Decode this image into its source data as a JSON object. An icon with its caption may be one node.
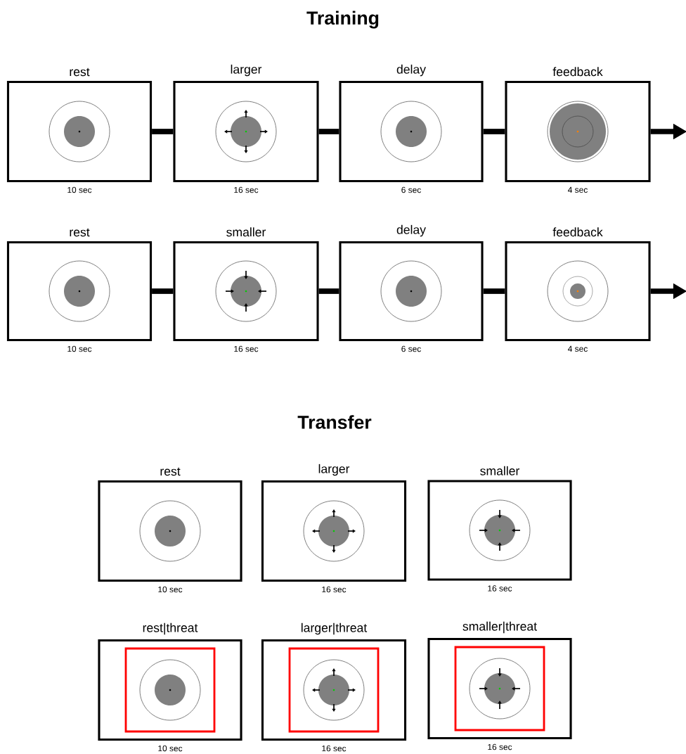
{
  "diagram": {
    "nodes": [
      {
        "text": [
          "rest"
        ],
        "beside": [
          "10 sec"
        ]
      },
      {
        "text": [
          "larger"
        ],
        "beside": [
          "16 sec"
        ]
      },
      {
        "text": [
          "delay"
        ],
        "beside": [
          "6 sec"
        ]
      },
      {
        "text": [
          "feedback"
        ],
        "beside": [
          "4 sec"
        ]
      },
      {
        "text": [
          "rest"
        ],
        "beside": [
          "10 sec"
        ]
      },
      {
        "text": [
          "smaller"
        ],
        "beside": [
          "16 sec"
        ]
      },
      {
        "text": [
          "delay"
        ],
        "beside": [
          "6 sec"
        ]
      },
      {
        "text": [
          "feedback"
        ],
        "beside": [
          "4 sec"
        ]
      },
      {
        "text": [
          "rest"
        ],
        "beside": [
          "10 sec"
        ]
      },
      {
        "text": [
          "larger"
        ],
        "beside": [
          "16 sec"
        ]
      },
      {
        "text": [
          "smaller"
        ],
        "beside": [
          "16 sec"
        ]
      },
      {
        "text": [
          "rest|threat"
        ],
        "beside": [
          "10 sec"
        ]
      },
      {
        "text": [
          "larger|threat"
        ],
        "beside": [
          "16 sec"
        ]
      },
      {
        "text": [
          "smaller|threat"
        ],
        "beside": [
          "16 sec"
        ]
      }
    ],
    "edges": [
      {
        "from": 0,
        "to": 1,
        "arrow": "none"
      },
      {
        "from": 1,
        "to": 2,
        "arrow": "none"
      },
      {
        "from": 2,
        "to": 3,
        "arrow": "none"
      },
      {
        "from": 3,
        "to": null,
        "arrow": "to"
      },
      {
        "from": 4,
        "to": 5,
        "arrow": "none"
      },
      {
        "from": 5,
        "to": 6,
        "arrow": "none"
      },
      {
        "from": 6,
        "to": 7,
        "arrow": "none"
      },
      {
        "from": 7,
        "to": null,
        "arrow": "to"
      }
    ],
    "labels": [
      "Training",
      "Transfer"
    ]
  }
}
